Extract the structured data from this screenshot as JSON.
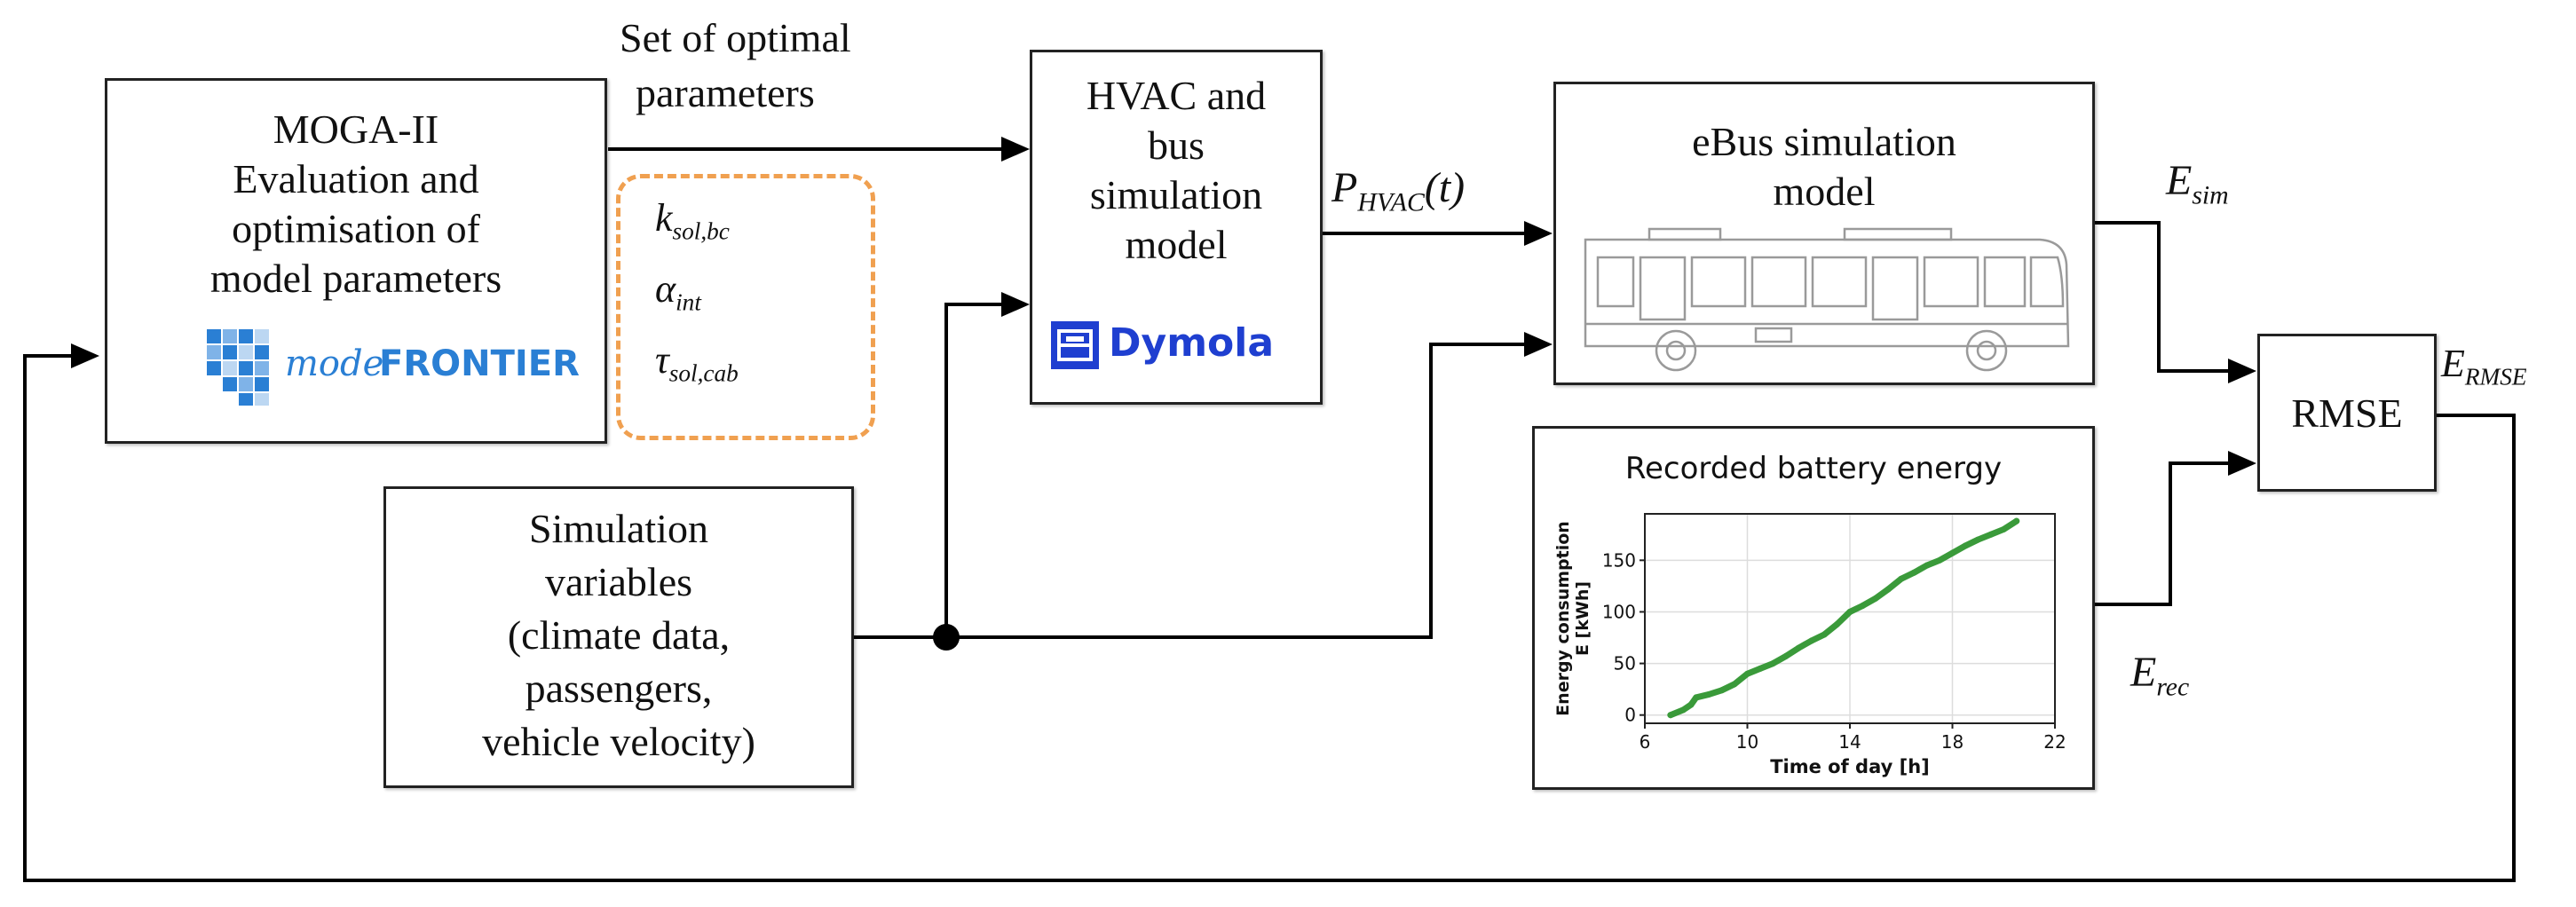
{
  "moga": {
    "lines": [
      "MOGA-II",
      "Evaluation and",
      "optimisation of",
      "model parameters"
    ],
    "logo_text_left": "mode",
    "logo_text_right": "FRONTIER",
    "logo_color": "#2a7fd4"
  },
  "params_caption": [
    "Set of optimal",
    "parameters"
  ],
  "params": [
    {
      "sym": "k",
      "sub": "sol,bc"
    },
    {
      "sym": "α",
      "sub": "int"
    },
    {
      "sym": "τ",
      "sub": "sol,cab"
    }
  ],
  "params_border_color": "#f0a050",
  "hvac": {
    "lines": [
      "HVAC and",
      "bus",
      "simulation",
      "model"
    ],
    "logo_text": "Dymola",
    "logo_color": "#1f3fd0"
  },
  "phvac": {
    "sym": "P",
    "sub": "HVAC",
    "arg": "(t)"
  },
  "ebus": {
    "lines": [
      "eBus simulation",
      "model"
    ]
  },
  "esim": {
    "sym": "E",
    "sub": "sim"
  },
  "rmse": {
    "label": "RMSE"
  },
  "ermse": {
    "sym": "E",
    "sub": "RMSE"
  },
  "erec": {
    "sym": "E",
    "sub": "rec"
  },
  "simvars": {
    "lines": [
      "Simulation",
      "variables",
      "(climate data,",
      "passengers,",
      "vehicle velocity)"
    ]
  },
  "chart_data": {
    "type": "line",
    "title": "Recorded battery energy",
    "xlabel": "Time of day [h]",
    "ylabel": "Energy consumption E [kWh]",
    "ylabel_line1": "Energy consumption",
    "ylabel_line2": "E [kWh]",
    "xlim": [
      6,
      22
    ],
    "ylim": [
      -8,
      195
    ],
    "x_ticks": [
      6,
      10,
      14,
      18,
      22
    ],
    "y_ticks": [
      0,
      50,
      100,
      150
    ],
    "grid": true,
    "color": "#3a9a3a",
    "series": [
      {
        "x": [
          7.0,
          7.5,
          7.8,
          8.0,
          8.5,
          9.0,
          9.5,
          10.0,
          10.5,
          11.0,
          11.5,
          12.0,
          12.5,
          13.0,
          13.5,
          14.0,
          14.5,
          15.0,
          15.5,
          16.0,
          16.5,
          17.0,
          17.5,
          18.0,
          18.5,
          19.0,
          19.5,
          20.0,
          20.5
        ],
        "y": [
          0,
          5,
          10,
          17,
          20,
          24,
          30,
          40,
          45,
          50,
          57,
          65,
          72,
          78,
          88,
          100,
          106,
          113,
          122,
          132,
          138,
          145,
          150,
          157,
          164,
          170,
          175,
          180,
          188
        ]
      }
    ]
  }
}
